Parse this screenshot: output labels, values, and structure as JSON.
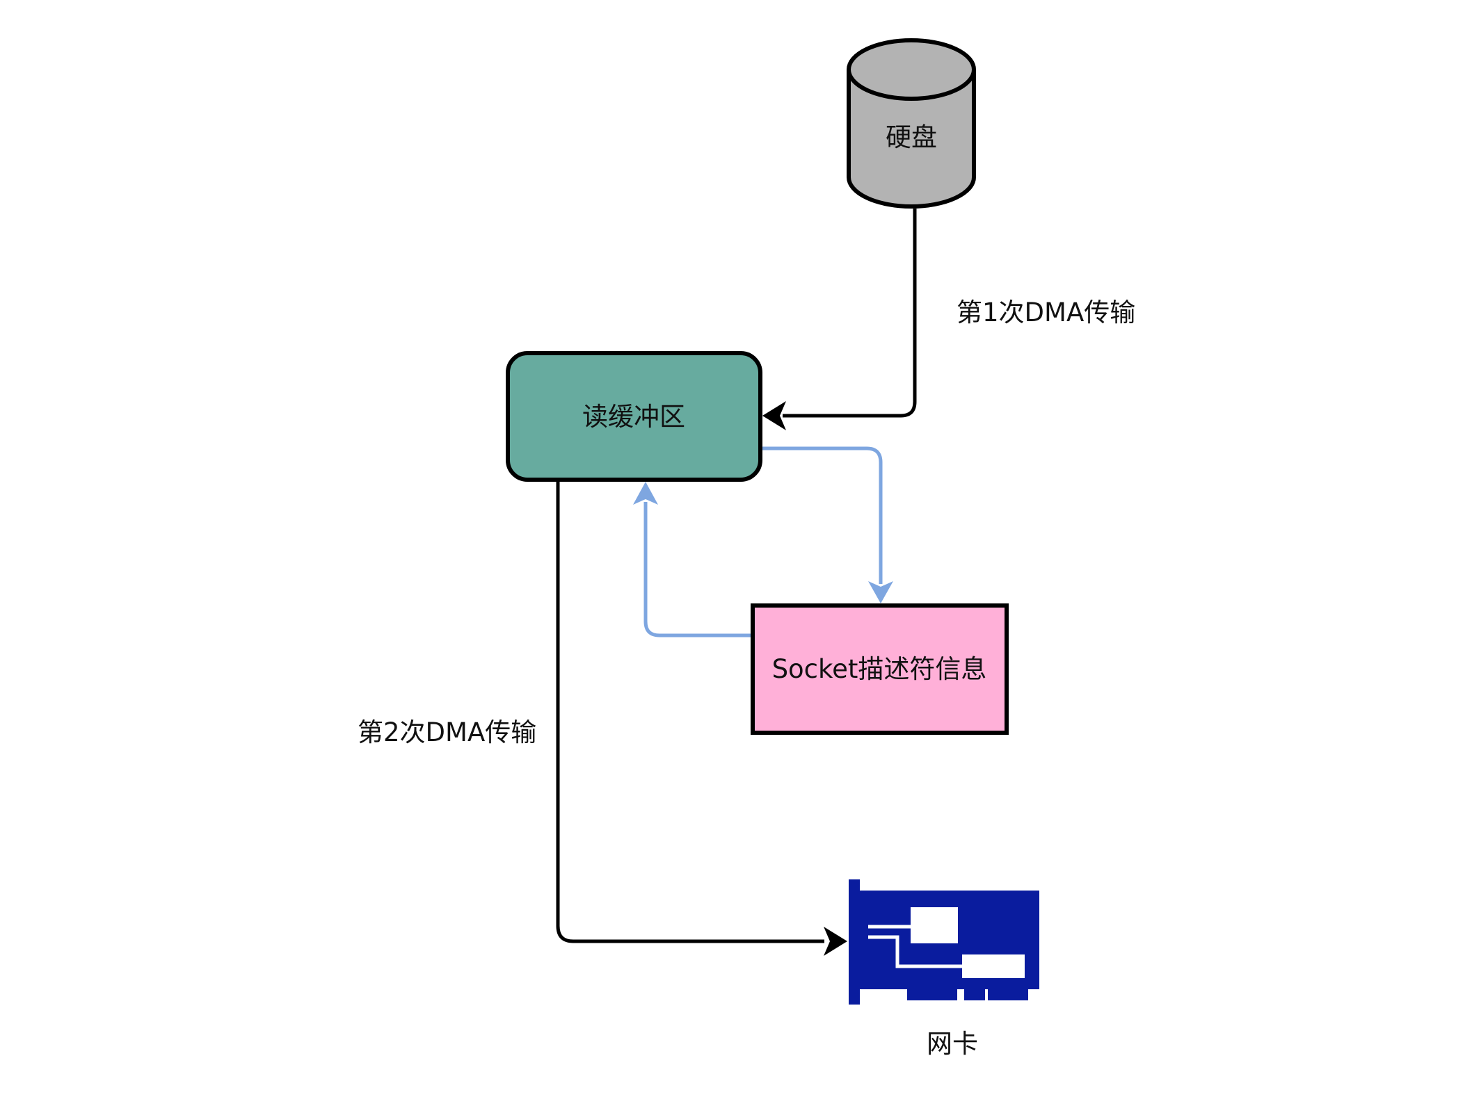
{
  "nodes": {
    "disk": {
      "label": "硬盘",
      "color": "#b3b3b3"
    },
    "read_buffer": {
      "label": "读缓冲区",
      "color": "#67ab9f"
    },
    "socket_descriptor": {
      "label": "Socket描述符信息",
      "color": "#ffb0d8"
    },
    "nic": {
      "label": "网卡",
      "icon": "network-card-icon",
      "color": "#0a1c9e"
    }
  },
  "edges": {
    "dma_1": {
      "label": "第1次DMA传输",
      "from": "disk",
      "to": "read_buffer",
      "color": "#000000"
    },
    "dma_2": {
      "label": "第2次DMA传输",
      "from": "read_buffer",
      "to": "nic",
      "color": "#000000"
    },
    "buffer_to_socket": {
      "from": "read_buffer",
      "to": "socket_descriptor",
      "color": "#7ea6e0"
    },
    "socket_to_buffer": {
      "from": "socket_descriptor",
      "to": "read_buffer",
      "color": "#7ea6e0"
    }
  }
}
